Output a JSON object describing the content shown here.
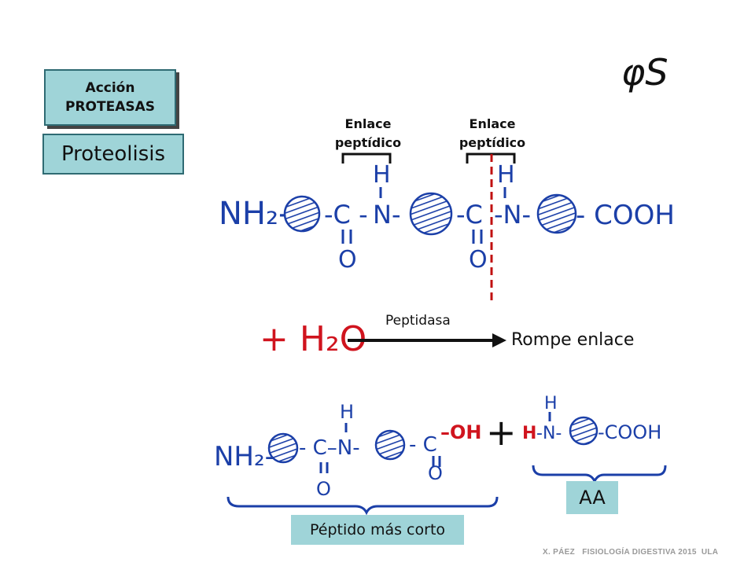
{
  "slide": {
    "accion_line1": "Acción",
    "accion_line2": "PROTEASAS",
    "proteolisis": "Proteolisis",
    "signature": "φS",
    "enlace_label_1_line1": "Enlace",
    "enlace_label_1_line2": "peptídico",
    "enlace_label_2_line1": "Enlace",
    "enlace_label_2_line2": "peptídico",
    "peptidasa": "Peptidasa",
    "rompe_enlace": "Rompe enlace",
    "aa": "AA",
    "peptido_mas_corto": "Péptido más corto",
    "footer": "X. PÁEZ   FISIOLOGÍA DIGESTIVA 2015  ULA"
  },
  "formulas": {
    "top_nh2": "NH₂-",
    "top_c1": "-C -",
    "top_n1": "N-",
    "top_c2": "-C",
    "top_n2": "-N-",
    "top_cooh": "- COOH",
    "top_h1": "H",
    "top_h2": "H",
    "top_o1": "O",
    "top_o2": "O",
    "water": "+ H₂O",
    "bottom_nh2": "NH₂-",
    "bottom_c1": "- C–N-",
    "bottom_c2": "- C",
    "bottom_oh": "–OH",
    "bottom_plus": "+",
    "bottom_h_red": "H",
    "bottom_n": "-N-",
    "bottom_cooh": "-COOH",
    "bottom_h1": "H",
    "bottom_h2": "H",
    "bottom_o1": "O",
    "bottom_o2": "O"
  },
  "colors": {
    "ink_blue": "#1b3fa8",
    "ink_red": "#d0141e",
    "accent_teal": "#9fd4d8",
    "cut_line": "#c01010"
  }
}
